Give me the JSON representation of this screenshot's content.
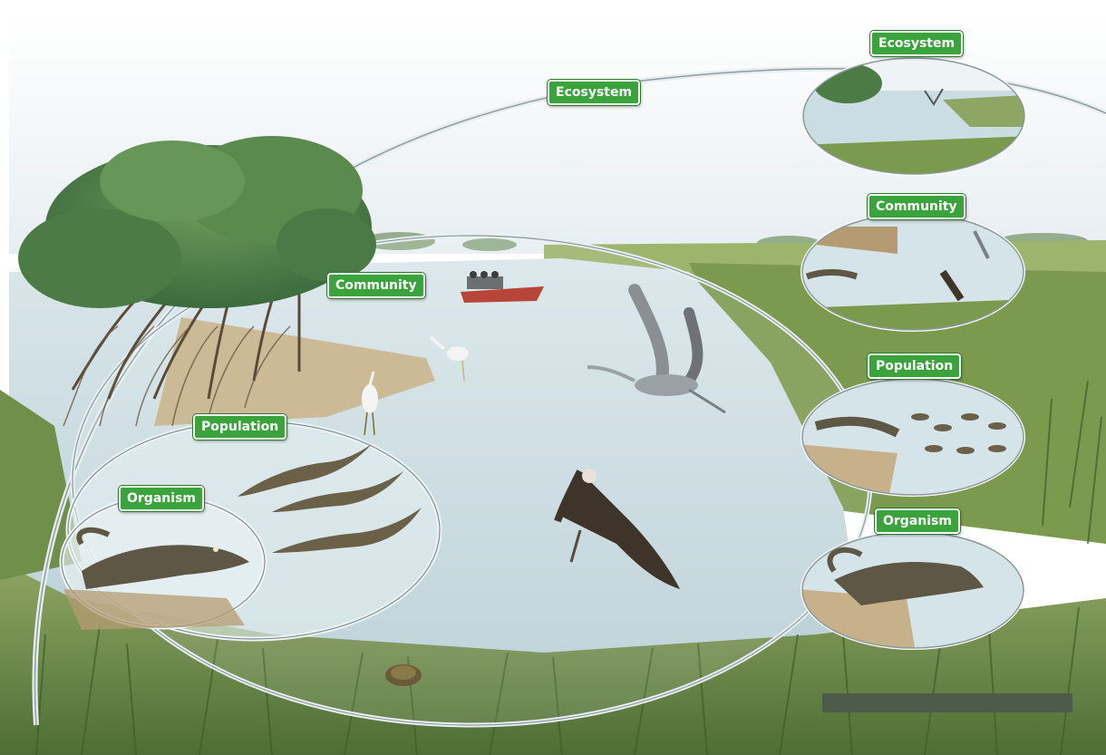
{
  "diagram": {
    "labels": {
      "ecosystem_main": "Ecosystem",
      "community_main": "Community",
      "population_main": "Population",
      "organism_main": "Organism",
      "ecosystem_side": "Ecosystem",
      "community_side": "Community",
      "population_side": "Population",
      "organism_side": "Organism"
    },
    "colors": {
      "label_bg": "#3aa33c",
      "label_border": "#ffffff",
      "water": "#c9dde2",
      "grass": "#6f8f4a",
      "sky": "#eef3f5",
      "bar": "#4d5c4a"
    },
    "icons": [
      "mangrove-tree-icon",
      "airboat-icon",
      "heron-icon",
      "egret-icon",
      "osprey-icon",
      "alligator-icon",
      "turtle-icon"
    ]
  }
}
